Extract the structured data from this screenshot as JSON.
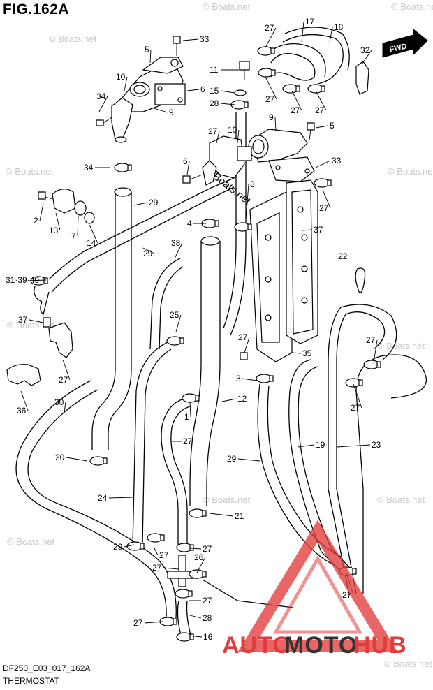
{
  "figure": {
    "title": "FIG.162A",
    "code": "DF250_E03_017_162A",
    "name": "THERMOSTAT",
    "fwd_label": "FWD"
  },
  "watermark": {
    "text": "© Boats.net",
    "logo_text_1": "AUTO",
    "logo_text_2": "MOTO",
    "logo_text_3": "HUB",
    "logo_color": "#e23b3b",
    "logo_dark": "#333333"
  },
  "callouts": [
    "33",
    "5",
    "10",
    "34",
    "9",
    "6",
    "28",
    "15",
    "11",
    "27",
    "17",
    "18",
    "32",
    "27",
    "27",
    "27",
    "27",
    "10",
    "9",
    "5",
    "33",
    "6",
    "34",
    "29",
    "2",
    "13",
    "7",
    "14",
    "8",
    "27",
    "37",
    "4",
    "29",
    "38",
    "22",
    "31·39·40",
    "37",
    "25",
    "27",
    "35",
    "3",
    "27",
    "27",
    "36",
    "30",
    "12",
    "1",
    "27",
    "27",
    "20",
    "29",
    "19",
    "23",
    "24",
    "21",
    "29",
    "27",
    "27",
    "27",
    "26",
    "27",
    "27",
    "27",
    "28",
    "16",
    "27"
  ]
}
